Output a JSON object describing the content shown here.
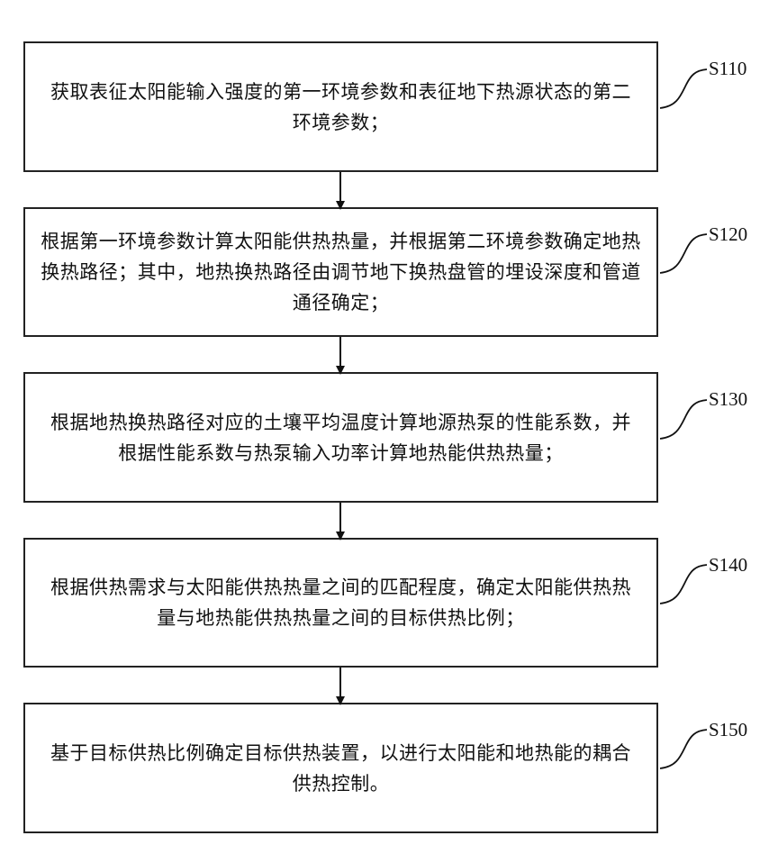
{
  "steps": [
    {
      "label": "S110",
      "text": "获取表征太阳能输入强度的第一环境参数和表征地下热源状态的第二环境参数；"
    },
    {
      "label": "S120",
      "text": "根据第一环境参数计算太阳能供热热量，并根据第二环境参数确定地热换热路径；其中，地热换热路径由调节地下换热盘管的埋设深度和管道通径确定；"
    },
    {
      "label": "S130",
      "text": "根据地热换热路径对应的土壤平均温度计算地源热泵的性能系数，并根据性能系数与热泵输入功率计算地热能供热热量；"
    },
    {
      "label": "S140",
      "text": "根据供热需求与太阳能供热热量之间的匹配程度，确定太阳能供热热量与地热能供热热量之间的目标供热比例；"
    },
    {
      "label": "S150",
      "text": "基于目标供热比例确定目标供热装置，以进行太阳能和地热能的耦合供热控制。"
    }
  ]
}
